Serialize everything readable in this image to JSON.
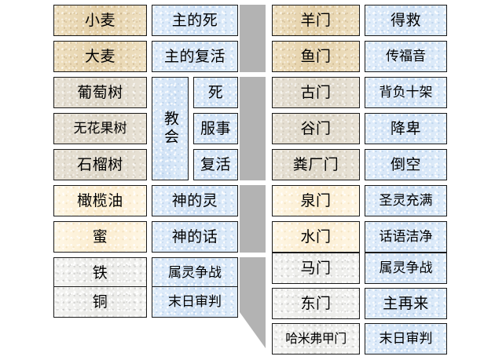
{
  "diagram": {
    "title_text": "",
    "palette": {
      "tan": "#e9d7b2",
      "stone": "#e2dccf",
      "cream": "#fdf0d7",
      "grey": "#eeeeec",
      "blue": "#d6e6f7",
      "divider": "#b3b3b3",
      "border": "#1a1a1a"
    },
    "left_panel": {
      "name": "seven-produce-column",
      "items_column": [
        {
          "label": "小麦",
          "tone": "tan"
        },
        {
          "label": "大麦",
          "tone": "tan"
        },
        {
          "label": "葡萄树",
          "tone": "stone"
        },
        {
          "label": "无花果树",
          "tone": "stone"
        },
        {
          "label": "石榴树",
          "tone": "stone"
        },
        {
          "label": "橄榄油",
          "tone": "cream"
        },
        {
          "label": "蜜",
          "tone": "cream"
        },
        {
          "label": "铁",
          "tone": "grey"
        },
        {
          "label": "铜",
          "tone": "grey"
        }
      ],
      "meaning_column": [
        {
          "label": "主的死",
          "tone": "blue"
        },
        {
          "label": "主的复活",
          "tone": "blue"
        },
        {
          "label": "神的灵",
          "tone": "blue"
        },
        {
          "label": "神的话",
          "tone": "blue"
        },
        {
          "label": "属灵争战",
          "tone": "blue"
        },
        {
          "label": "末日审判",
          "tone": "blue"
        }
      ],
      "merged_cell": {
        "label": "教会",
        "tone": "blue"
      },
      "merged_sub_cells": [
        {
          "label": "死",
          "tone": "blue"
        },
        {
          "label": "服事",
          "tone": "blue"
        },
        {
          "label": "复活",
          "tone": "blue"
        }
      ]
    },
    "right_panel": {
      "name": "ten-gates-column",
      "gate_column": [
        {
          "label": "羊门",
          "tone": "tan"
        },
        {
          "label": "鱼门",
          "tone": "tan"
        },
        {
          "label": "古门",
          "tone": "stone"
        },
        {
          "label": "谷门",
          "tone": "stone"
        },
        {
          "label": "粪厂门",
          "tone": "stone"
        },
        {
          "label": "泉门",
          "tone": "cream"
        },
        {
          "label": "水门",
          "tone": "cream"
        },
        {
          "label": "马门",
          "tone": "grey"
        },
        {
          "label": "东门",
          "tone": "grey"
        },
        {
          "label": "哈米弗甲门",
          "tone": "grey"
        }
      ],
      "meaning_column": [
        {
          "label": "圣灵充满",
          "tone": "blue"
        },
        {
          "label": "话语洁净",
          "tone": "blue"
        },
        {
          "label": "属灵争战",
          "tone": "blue"
        },
        {
          "label": "主再来",
          "tone": "blue"
        },
        {
          "label": "末日审判",
          "tone": "blue"
        },
        {
          "label": "得救",
          "tone": "blue"
        },
        {
          "label": "传福音",
          "tone": "blue"
        },
        {
          "label": "背负十架",
          "tone": "blue"
        },
        {
          "label": "降卑",
          "tone": "blue"
        },
        {
          "label": "倒空",
          "tone": "blue"
        }
      ]
    },
    "divider": {
      "name": "grey-arrow-divider",
      "segments": 4,
      "shape": "vertical-bar-with-down-right-taper"
    }
  }
}
